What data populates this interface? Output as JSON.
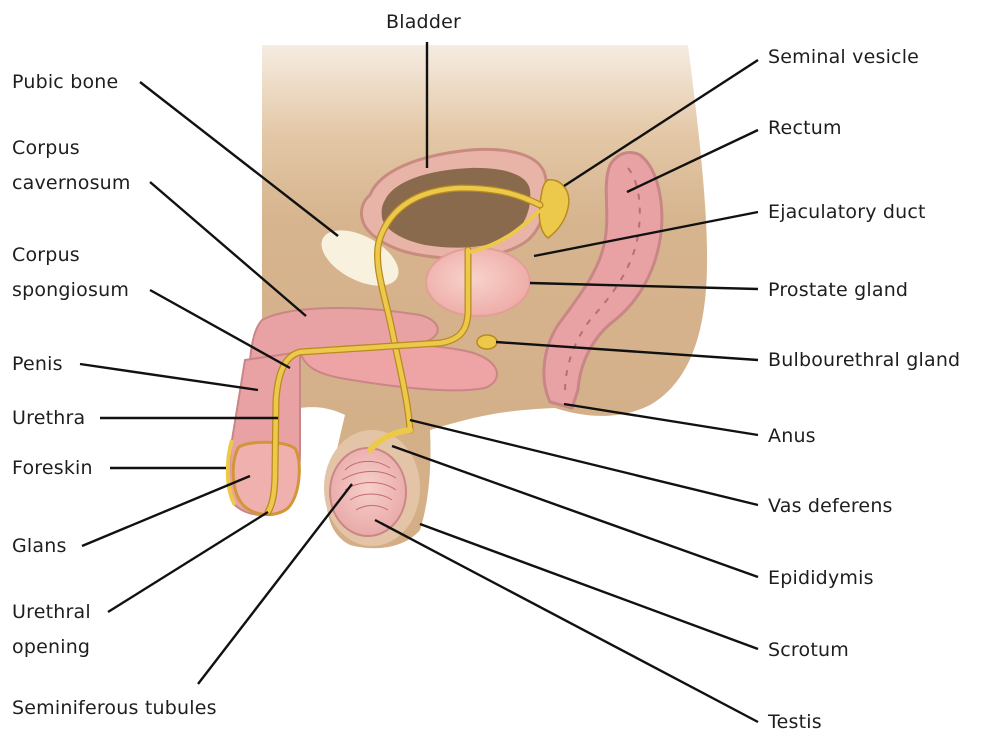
{
  "labels": {
    "bladder": "Bladder",
    "pubic_bone": "Pubic bone",
    "corpus_cavernosum_1": "Corpus",
    "corpus_cavernosum_2": "cavernosum",
    "corpus_spongiosum_1": "Corpus",
    "corpus_spongiosum_2": "spongiosum",
    "penis": "Penis",
    "urethra": "Urethra",
    "foreskin": "Foreskin",
    "glans": "Glans",
    "urethral_opening_1": "Urethral",
    "urethral_opening_2": "opening",
    "seminiferous_tubules": "Seminiferous tubules",
    "seminal_vesicle": "Seminal vesicle",
    "rectum": "Rectum",
    "ejaculatory_duct": "Ejaculatory duct",
    "prostate_gland": "Prostate gland",
    "bulbourethral_gland": "Bulbourethral gland",
    "anus": "Anus",
    "vas_deferens": "Vas deferens",
    "epididymis": "Epididymis",
    "scrotum": "Scrotum",
    "testis": "Testis"
  },
  "colors": {
    "skin": "#d6b48e",
    "skin_fade": "#f3e7da",
    "pink_tissue": "#e9a2a4",
    "pink_light": "#f4c6c3",
    "pink_dark": "#c98686",
    "duct_yellow": "#ecc94a",
    "duct_outline": "#b88a1f",
    "bladder_interior": "#8a6a4c",
    "bone": "#f7f1dd",
    "leader_line": "#111111"
  }
}
